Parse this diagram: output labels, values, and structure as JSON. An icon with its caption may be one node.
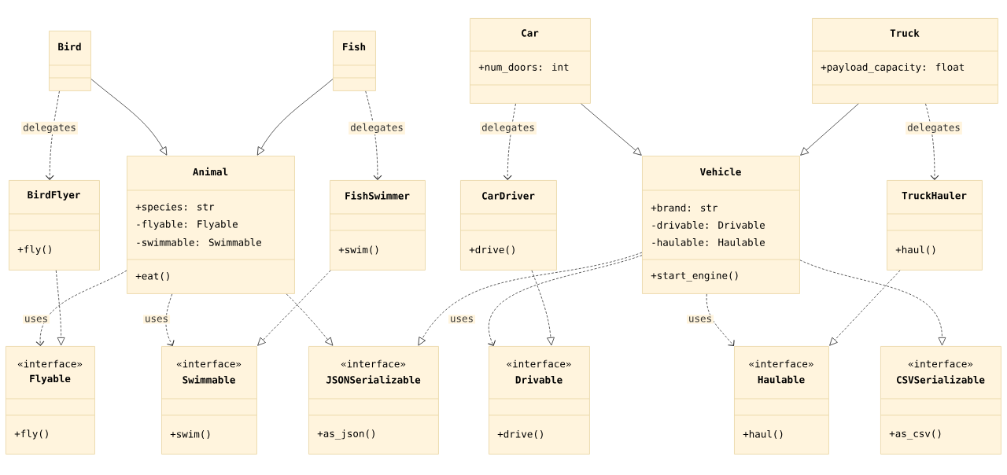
{
  "diagram": {
    "nodes": [
      {
        "text": [
          "Bird"
        ]
      },
      {
        "text": [
          "Fish"
        ]
      },
      {
        "text": [
          "Car",
          "+num_doors: int"
        ]
      },
      {
        "text": [
          "Truck",
          "+payload_capacity: float"
        ]
      },
      {
        "text": [
          "BirdFlyer",
          "+fly()"
        ]
      },
      {
        "text": [
          "Animal",
          "+species: str",
          "-flyable: Flyable",
          "-swimmable: Swimmable",
          "+eat()"
        ]
      },
      {
        "text": [
          "FishSwimmer",
          "+swim()"
        ]
      },
      {
        "text": [
          "CarDriver",
          "+drive()"
        ]
      },
      {
        "text": [
          "Vehicle",
          "+brand: str",
          "-drivable: Drivable",
          "-haulable: Haulable",
          "+start_engine()"
        ]
      },
      {
        "text": [
          "TruckHauler",
          "+haul()"
        ]
      },
      {
        "text": [
          "«interface»",
          "Flyable",
          "+fly()"
        ]
      },
      {
        "text": [
          "«interface»",
          "Swimmable",
          "+swim()"
        ]
      },
      {
        "text": [
          "«interface»",
          "JSONSerializable",
          "+as_json()"
        ]
      },
      {
        "text": [
          "«interface»",
          "Drivable",
          "+drive()"
        ]
      },
      {
        "text": [
          "«interface»",
          "Haulable",
          "+haul()"
        ]
      },
      {
        "text": [
          "«interface»",
          "CSVSerializable",
          "+as_csv()"
        ]
      }
    ],
    "edges": [
      {
        "from": 0,
        "to": 4,
        "arrow": "to",
        "label": "delegates",
        "style": "dashed"
      },
      {
        "from": 0,
        "to": 5,
        "arrow": "to"
      },
      {
        "from": 1,
        "to": 5,
        "arrow": "to"
      },
      {
        "from": 1,
        "to": 6,
        "arrow": "to",
        "label": "delegates",
        "style": "dashed"
      },
      {
        "from": 2,
        "to": 7,
        "arrow": "to",
        "label": "delegates",
        "style": "dashed"
      },
      {
        "from": 2,
        "to": 8,
        "arrow": "to"
      },
      {
        "from": 3,
        "to": 8,
        "arrow": "to"
      },
      {
        "from": 3,
        "to": 9,
        "arrow": "to",
        "label": "delegates",
        "style": "dashed"
      },
      {
        "from": 4,
        "to": 10,
        "arrow": "to",
        "style": "dashed"
      },
      {
        "from": 5,
        "to": 10,
        "arrow": "to",
        "label": "uses",
        "style": "dashed"
      },
      {
        "from": 5,
        "to": 11,
        "arrow": "to",
        "label": "uses",
        "style": "dashed"
      },
      {
        "from": 5,
        "to": 12,
        "arrow": "to",
        "style": "dashed"
      },
      {
        "from": 6,
        "to": 11,
        "arrow": "to",
        "style": "dashed"
      },
      {
        "from": 8,
        "to": 12,
        "arrow": "to",
        "style": "dashed"
      },
      {
        "from": 8,
        "to": 13,
        "arrow": "to",
        "label": "uses",
        "style": "dashed"
      },
      {
        "from": 7,
        "to": 13,
        "arrow": "to",
        "style": "dashed"
      },
      {
        "from": 8,
        "to": 14,
        "arrow": "to",
        "label": "uses",
        "style": "dashed"
      },
      {
        "from": 9,
        "to": 14,
        "arrow": "to",
        "style": "dashed"
      },
      {
        "from": 8,
        "to": 15,
        "arrow": "to",
        "style": "dashed"
      }
    ]
  }
}
